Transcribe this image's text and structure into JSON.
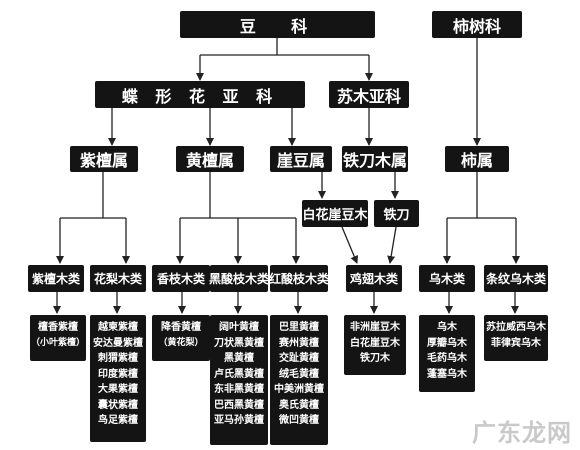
{
  "tree": {
    "doukehi": "豆  科",
    "shishuke": "柿树科",
    "diexing": "蝶 形 花 亚 科",
    "sumu": "苏木亚科",
    "zitan_shu": "紫檀属",
    "huangtan_shu": "黄檀属",
    "yadou_shu": "崖豆属",
    "tiedaomu_shu": "铁刀木属",
    "shi_shu": "柿属",
    "baihua_yadoumu": "白花崖豆木",
    "tiedao": "铁刀",
    "zitanmu_lei": "紫檀木类",
    "hualimu_lei": "花梨木类",
    "xiangzhimu_lei": "香枝木类",
    "heisuanzhimu_lei": "黑酸枝木类",
    "hongsuanzhimu_lei": "红酸枝木类",
    "jichimu_lei": "鸡翅木类",
    "wumu_lei": "乌木类",
    "tiaowen_wumu_lei": "条纹乌木类"
  },
  "species": {
    "zitan": [
      "檀香紫檀",
      "（小叶紫檀）"
    ],
    "huali": [
      "越柬紫檀",
      "安达曼紫檀",
      "刺猬紫檀",
      "印度紫檀",
      "大果紫檀",
      "囊状紫檀",
      "鸟足紫檀"
    ],
    "xiangzhi": [
      "降香黄檀",
      "（黄花梨）"
    ],
    "heisuan": [
      "阔叶黄檀",
      "刀状黑黄檀",
      "黑黄檀",
      "卢氏黑黄檀",
      "东非黑黄檀",
      "巴西黑黄檀",
      "亚马孙黄檀"
    ],
    "hongsuan": [
      "巴里黄檀",
      "赛州黄檀",
      "交趾黄檀",
      "绒毛黄檀",
      "中美洲黄檀",
      "奥氏黄檀",
      "微凹黄檀"
    ],
    "jichi": [
      "非洲崖豆木",
      "白花崖豆木",
      "铁刀木"
    ],
    "wumu": [
      "乌木",
      "厚瓣乌木",
      "毛药乌木",
      "蓬塞乌木"
    ],
    "tiaowen": [
      "苏拉威西乌木",
      "菲律宾乌木"
    ]
  },
  "watermark": "广东龙网"
}
